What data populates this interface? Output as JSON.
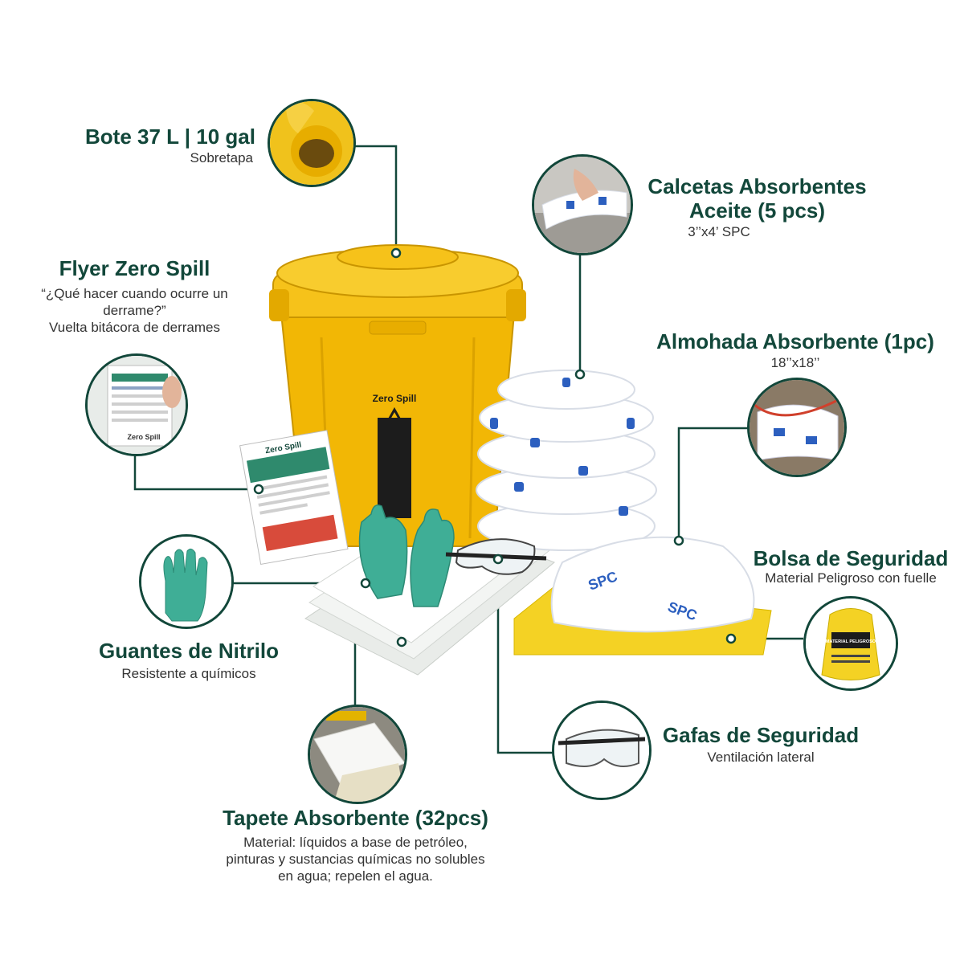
{
  "items": {
    "bote": {
      "title": "Bote 37 L | 10 gal",
      "subtitle": "Sobretapa"
    },
    "calcetas": {
      "title_line1": "Calcetas Absorbentes",
      "title_line2": "Aceite (5 pcs)",
      "subtitle": "3’’x4’ SPC"
    },
    "flyer": {
      "title": "Flyer Zero Spill",
      "subtitle_line1": "“¿Qué hacer cuando ocurre un",
      "subtitle_line2": "derrame?”",
      "subtitle_line3": "Vuelta bitácora de derrames"
    },
    "almohada": {
      "title": "Almohada Absorbente (1pc)",
      "subtitle": "18’’x18’’"
    },
    "bolsa": {
      "title": "Bolsa de Seguridad",
      "subtitle": "Material Peligroso con fuelle"
    },
    "guantes": {
      "title": "Guantes de Nitrilo",
      "subtitle": "Resistente a químicos"
    },
    "gafas": {
      "title": "Gafas de Seguridad",
      "subtitle": "Ventilación lateral"
    },
    "tapete": {
      "title": "Tapete Absorbente (32pcs)",
      "subtitle_line1": "Material: líquidos a base de petróleo,",
      "subtitle_line2": "pinturas y sustancias químicas no solubles",
      "subtitle_line3": "en agua; repelen el agua."
    }
  },
  "product_labels": {
    "bucket_brand": "Zero Spill",
    "flyer_brand": "Zero Spill",
    "sheet_brand": "Zero Spill",
    "bag_label": "MATERIAL PELIGROSO",
    "spc_logo": "SPC"
  },
  "colors": {
    "accent": "#12473a",
    "bucket": "#f2b705",
    "gloves": "#3fae96",
    "bag": "#f4d224"
  }
}
